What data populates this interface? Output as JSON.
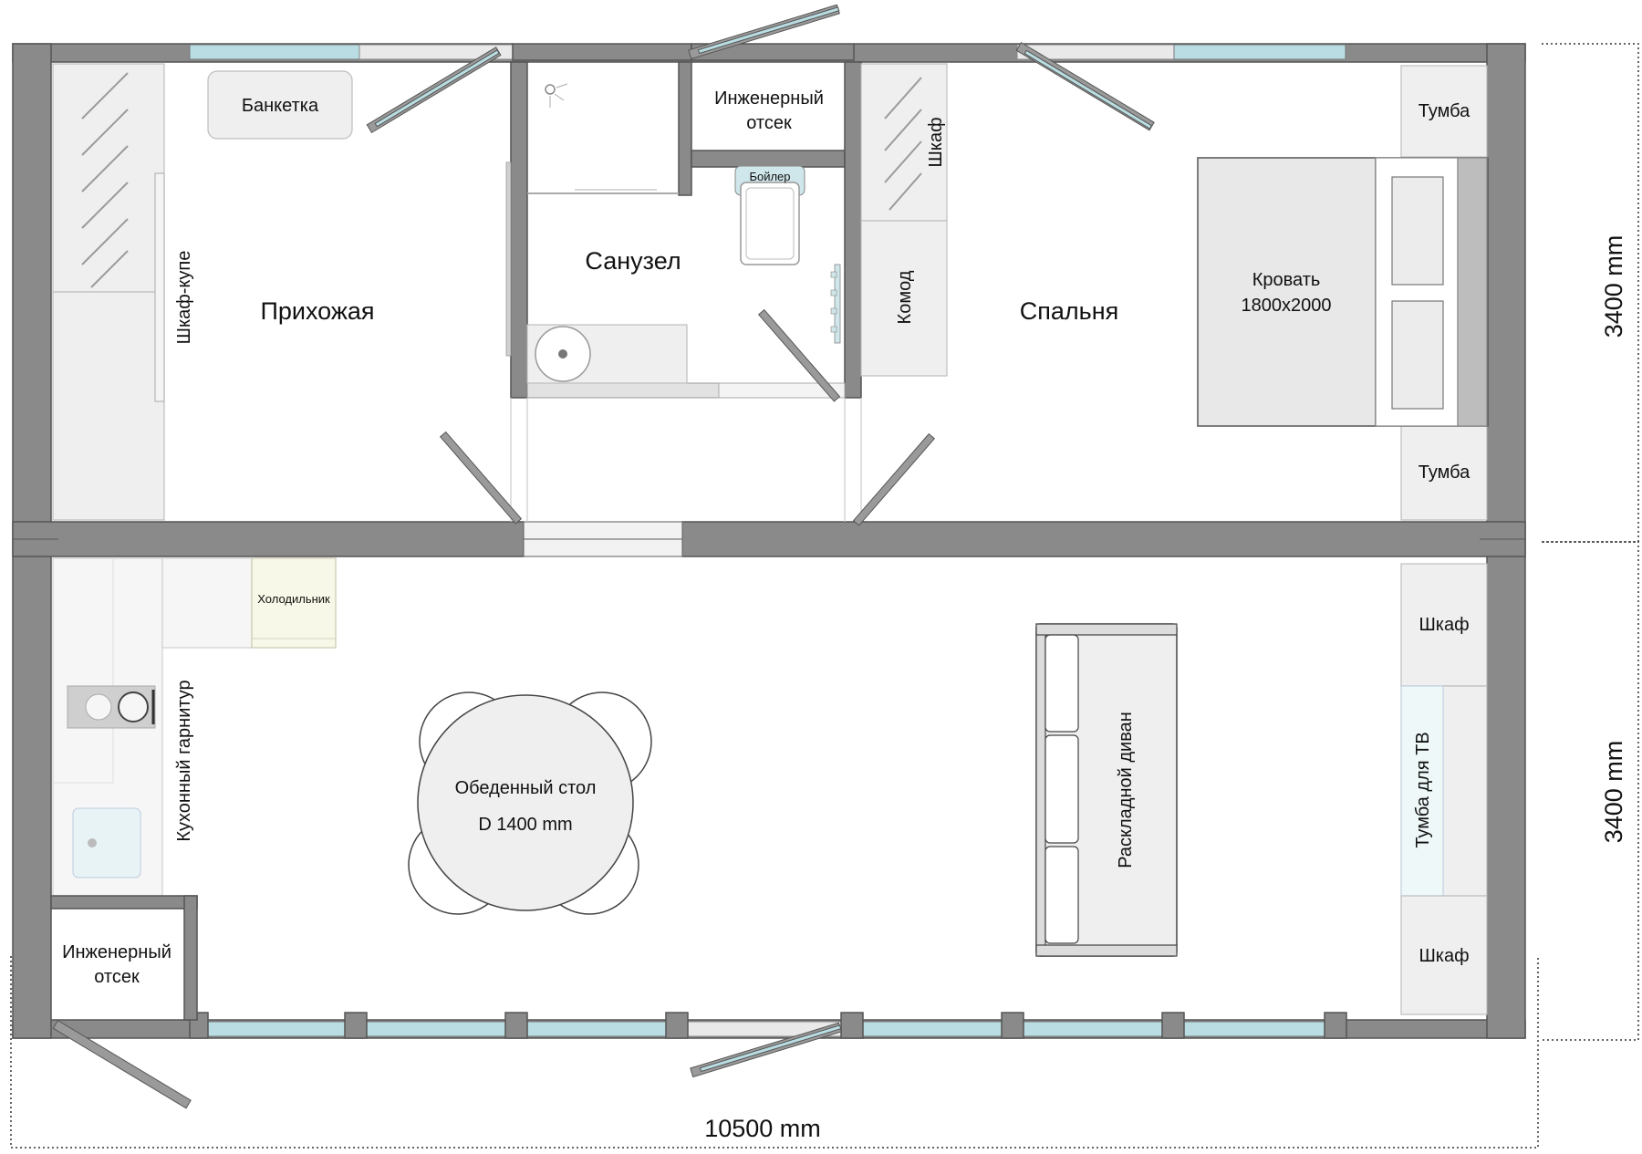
{
  "rooms": {
    "hallway": "Прихожая",
    "bathroom": "Санузел",
    "bedroom": "Спальня"
  },
  "furniture": {
    "bench": "Банкетка",
    "wardrobe_coupe": "Шкаф-купе",
    "engineering_top_line1": "Инженерный",
    "engineering_top_line2": "отсек",
    "boiler": "Бойлер",
    "closet_small": "Шкаф",
    "dresser": "Комод",
    "nightstand_top": "Тумба",
    "nightstand_bottom": "Тумба",
    "bed_line1": "Кровать",
    "bed_line2": "1800x2000",
    "fridge": "Холодильник",
    "kitchen_set": "Кухонный гарнитур",
    "table_line1": "Обеденный стол",
    "table_line2": "D 1400 mm",
    "sofa": "Раскладной диван",
    "cabinet_top": "Шкаф",
    "tv_stand": "Тумба для ТВ",
    "cabinet_bottom": "Шкаф",
    "engineering_bottom_line1": "Инженерный",
    "engineering_bottom_line2": "отсек"
  },
  "dimensions": {
    "height_top": "3400 mm",
    "height_bottom": "3400 mm",
    "width": "10500 mm"
  },
  "colors": {
    "wall": "#8a8a8a",
    "wall_dark": "#7a7a7a",
    "glass": "#b9dde2",
    "furniture_fill": "#efefef",
    "fridge_fill": "#f8f8e8"
  }
}
